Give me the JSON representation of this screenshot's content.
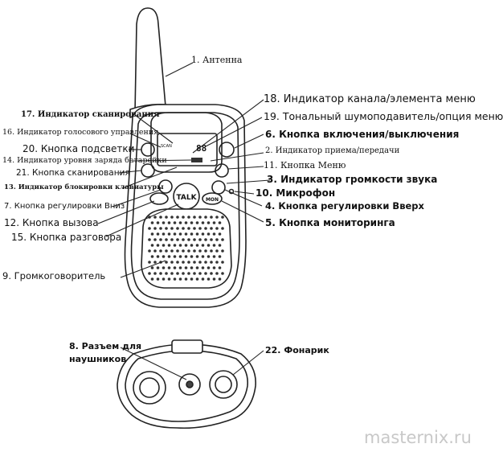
{
  "callouts": {
    "c1": "1. Антенна",
    "c17": "17. Индикатор сканирования",
    "c16": "16. Индикатор голосового управления",
    "c20": "20. Кнопка подсветки",
    "c14": "14. Индикатор уровня заряда батарейки",
    "c21": "21. Кнопка сканирования",
    "c13": "13. Индикатор блокировки клавиатуры",
    "c7": "7. Кнопка регулировки Вниз",
    "c12": "12. Кнопка вызова",
    "c15": "15. Кнопка разговора",
    "c9": "9. Громкоговоритель",
    "c18": "18. Индикатор канала/элемента меню",
    "c19": "19. Тональный шумоподавитель/опция меню",
    "c6": "6. Кнопка включения/выключения",
    "c2": "2. Индикатор приема/передачи",
    "c11": "11. Кнопка Меню",
    "c3": "3. Индикатор громкости звука",
    "c10": "10. Микрофон",
    "c4": "4. Кнопка регулировки Вверх",
    "c5": "5. Кнопка мониторинга",
    "c8a": "8. Разъем для",
    "c8b": "наушников",
    "c22": "22. Фонарик"
  },
  "device": {
    "talk_label": "TALK",
    "mon_label": "MON",
    "scan_label": "SCAN",
    "display_digits": "88"
  },
  "watermark": "masternix.ru"
}
